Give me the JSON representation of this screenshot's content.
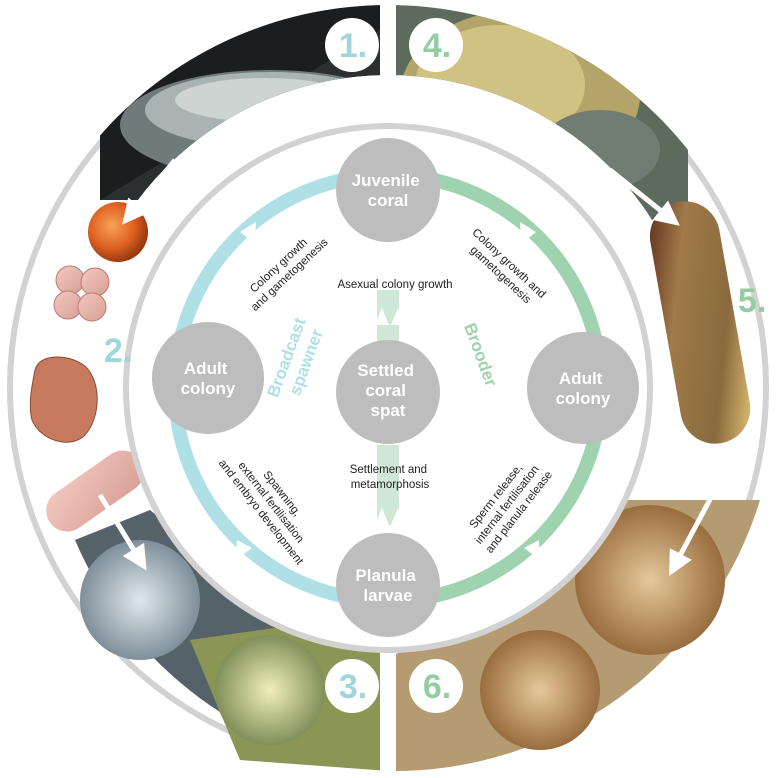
{
  "colors": {
    "broadcast": "#aee0e6",
    "brooder": "#9fd2ae",
    "node": "#bdbdbd",
    "ring": "#d2d2d2",
    "number_blue": "#9fd6dc",
    "number_green": "#95cda3"
  },
  "nodes": {
    "juvenile": [
      "Juvenile",
      "coral"
    ],
    "adult_left": [
      "Adult",
      "colony"
    ],
    "adult_right": [
      "Adult",
      "colony"
    ],
    "settled": [
      "Settled",
      "coral",
      "spat"
    ],
    "planula": [
      "Planula",
      "larvae"
    ]
  },
  "modes": {
    "broadcast": [
      "Broadcast",
      "spawner"
    ],
    "brooder": "Brooder"
  },
  "processes": {
    "colony_growth_left": [
      "Colony growth",
      "and gametogenesis"
    ],
    "colony_growth_right": [
      "Colony growth and",
      "gametogenesis"
    ],
    "asexual": "Asexual colony growth",
    "settlement": [
      "Settlement and",
      "metamorphosis"
    ],
    "spawning": [
      "Spawning,",
      "external fertilisation",
      "and embryo development"
    ],
    "sperm": [
      "Sperm release,",
      "internal fertilisation",
      "and planula release"
    ]
  },
  "steps": [
    "1.",
    "2.",
    "3.",
    "4.",
    "5.",
    "6."
  ],
  "photos": [
    "spawning-coral-photo",
    "egg-photo",
    "embryo-cleavage-photo",
    "embryo-irregular-photo",
    "planula-pink-photo",
    "polyp-photo",
    "coral-branch-photo",
    "planula-brown-photo",
    "polyp-brown-photo"
  ]
}
